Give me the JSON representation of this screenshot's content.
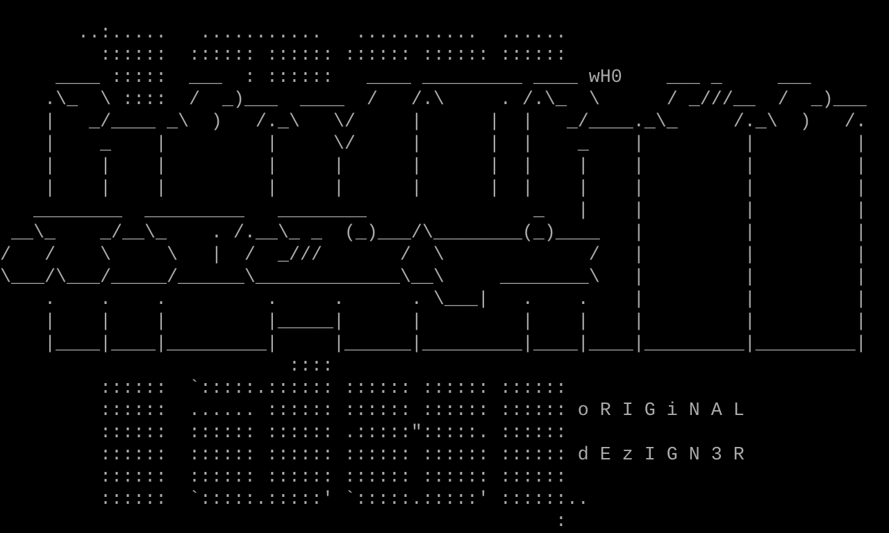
{
  "colors": {
    "background": "#000000",
    "foreground": "#aaaaaa"
  },
  "art": {
    "lines": [
      "",
      "       ..:.....   ...........   ...........  ......",
      "         ::::::  :::::: :::::: :::::: :::::: ::::::",
      "     ____ :::::  ___  : ::::::   ____ _________ ____ wH0    ___ _     ___",
      "    .\\_  \\ ::::  /  _)___  ____  /   /.\\     . /.\\_  \\      / _///__  /  _)___",
      "    |   _/____ _\\  )   /._\\   \\/     |      |  |   _/____._\\_     /._\\  )   /.",
      "    |    _    |         |     \\/     |      |  |    _    |         |         |",
      "    |    |    |         |     |      |      |  |    |    |         |         |",
      "    |    |    |         |     |      |      |  |    |    |         |         |",
      "   ________  _________   ________               _   |    |         |         |",
      " __\\_    _/__\\_    . /.__\\_ _  (_)___/\\________(_)____   |         |         |",
      "/   /    \\     \\   |  /  _///       /  \\             /   |         |         |",
      "\\___/\\___/_____/______\\_____________\\__\\     ________\\   |         |         |",
      "    .    .    .         .     .      . \\___|   .    .    |         |         |",
      "    |    |    |         |_____|      |         |    |    |         |         |",
      "    |____|____|_________|     |______|_________|____|____|_________|_________|",
      "                          ::::",
      "         ::::::  `:::::.:::::: :::::: :::::: ::::::",
      "         ::::::  ...... :::::: :::::: :::::: :::::: o R I G i N A L",
      "         ::::::  :::::: :::::: .:::::\":::::. ::::::",
      "         ::::::  :::::: :::::: :::::: :::::: :::::: d E z I G N 3 R",
      "         ::::::  :::::: :::::: :::::: :::::: ::::::",
      "         ::::::  `:::::.:::::' `:::::.:::::' ::::::..",
      "                                                  :"
    ]
  }
}
